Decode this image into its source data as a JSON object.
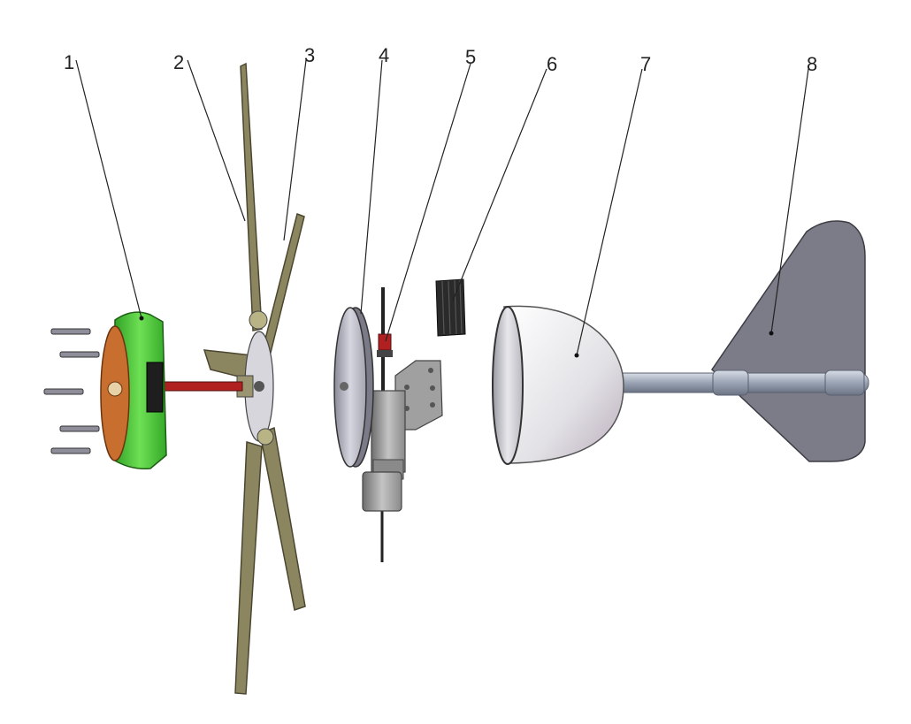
{
  "callouts": [
    "1",
    "2",
    "3",
    "4",
    "5",
    "6",
    "7",
    "8"
  ],
  "colors": {
    "hub_green": "#4fd13a",
    "hub_face": "#c86e2e",
    "shaft_red": "#b02020",
    "blade": "#8c8660",
    "disc": "#c9c9d2",
    "housing": "#9a9a9a",
    "brush_dark": "#2a2a2a",
    "nose": "#e4e4e8",
    "tail_fin": "#7c7c88",
    "boom": "#9aa4b4"
  }
}
